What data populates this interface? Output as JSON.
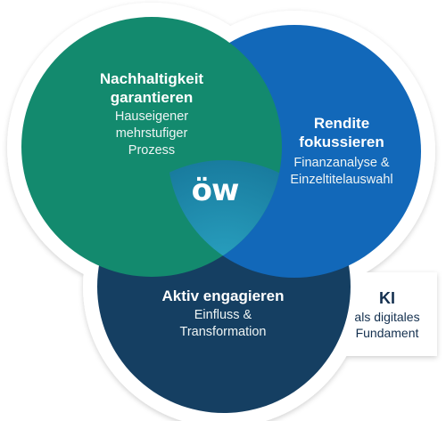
{
  "colors": {
    "green": "#138a6e",
    "blue": "#1268b9",
    "navy": "#153f62",
    "center": "#1b8cae",
    "ki_text": "#14304f"
  },
  "circles": [
    {
      "id": "nachhaltigkeit",
      "title": "Nachhaltigkeit garantieren",
      "subtitle": "Hauseigener mehrstufiger Prozess"
    },
    {
      "id": "rendite",
      "title": "Rendite fokussieren",
      "subtitle": "Finanzanalyse & Einzeltitelauswahl"
    },
    {
      "id": "aktiv",
      "title": "Aktiv engagieren",
      "subtitle": "Einfluss & Transformation"
    }
  ],
  "center_logo": "öw",
  "ki": {
    "title": "KI",
    "subtitle": "als digitales Fundament"
  }
}
